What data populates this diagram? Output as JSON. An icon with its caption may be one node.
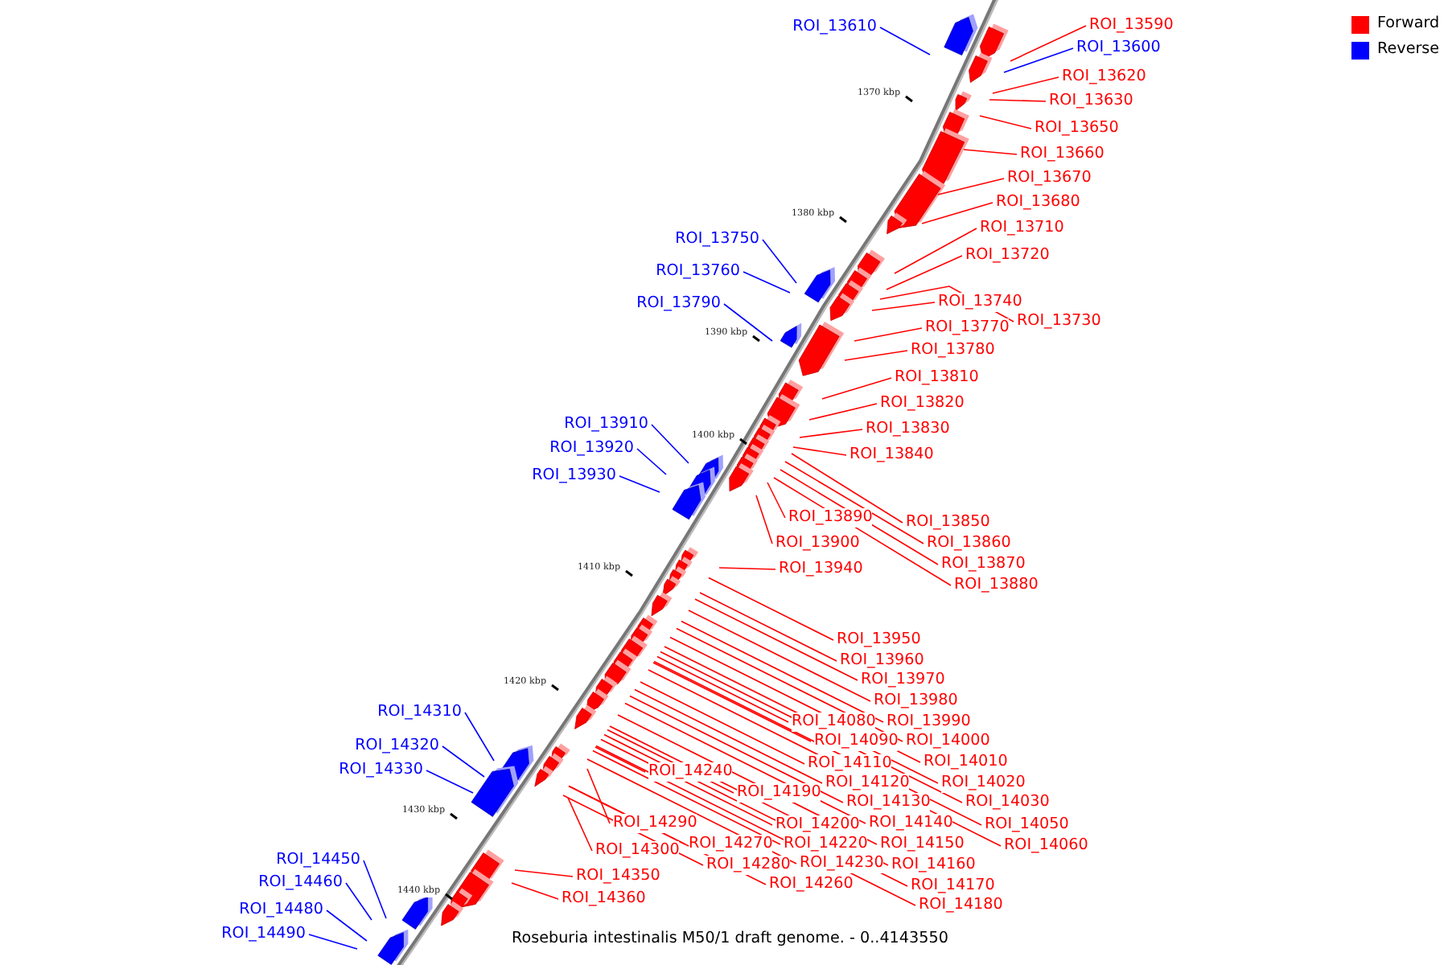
{
  "diagram": {
    "caption": "Roseburia intestinalis M50/1 draft genome. - 0..4143550",
    "nodes": [
      {
        "text": [
          "ROI_13610"
        ]
      },
      {
        "text": [
          "ROI_13590"
        ]
      },
      {
        "text": [
          "ROI_13600"
        ]
      },
      {
        "text": [
          "ROI_13620"
        ]
      },
      {
        "text": [
          "ROI_13630"
        ]
      },
      {
        "text": [
          "ROI_13650"
        ]
      },
      {
        "text": [
          "ROI_13660"
        ]
      },
      {
        "text": [
          "ROI_13670"
        ]
      },
      {
        "text": [
          "ROI_13680"
        ]
      },
      {
        "text": [
          "ROI_13710"
        ]
      },
      {
        "text": [
          "ROI_13750"
        ]
      },
      {
        "text": [
          "ROI_13720"
        ]
      },
      {
        "text": [
          "ROI_13760"
        ]
      },
      {
        "text": [
          "ROI_13740"
        ]
      },
      {
        "text": [
          "ROI_13790"
        ]
      },
      {
        "text": [
          "ROI_13730"
        ]
      },
      {
        "text": [
          "ROI_13770"
        ]
      },
      {
        "text": [
          "ROI_13780"
        ]
      },
      {
        "text": [
          "ROI_13810"
        ]
      },
      {
        "text": [
          "ROI_13820"
        ]
      },
      {
        "text": [
          "ROI_13830"
        ]
      },
      {
        "text": [
          "ROI_13910"
        ]
      },
      {
        "text": [
          "ROI_13920"
        ]
      },
      {
        "text": [
          "ROI_13840"
        ]
      },
      {
        "text": [
          "ROI_13930"
        ]
      },
      {
        "text": [
          "ROI_13890"
        ]
      },
      {
        "text": [
          "ROI_13850"
        ]
      },
      {
        "text": [
          "ROI_13900"
        ]
      },
      {
        "text": [
          "ROI_13860"
        ]
      },
      {
        "text": [
          "ROI_13870"
        ]
      },
      {
        "text": [
          "ROI_13940"
        ]
      },
      {
        "text": [
          "ROI_13880"
        ]
      },
      {
        "text": [
          "ROI_13950"
        ]
      },
      {
        "text": [
          "ROI_13960"
        ]
      },
      {
        "text": [
          "ROI_13970"
        ]
      },
      {
        "text": [
          "ROI_13980"
        ]
      },
      {
        "text": [
          "ROI_14310"
        ]
      },
      {
        "text": [
          "ROI_14080"
        ]
      },
      {
        "text": [
          "ROI_13990"
        ]
      },
      {
        "text": [
          "ROI_14090"
        ]
      },
      {
        "text": [
          "ROI_14000"
        ]
      },
      {
        "text": [
          "ROI_14320"
        ]
      },
      {
        "text": [
          "ROI_14010"
        ]
      },
      {
        "text": [
          "ROI_14110"
        ]
      },
      {
        "text": [
          "ROI_14330"
        ]
      },
      {
        "text": [
          "ROI_14240"
        ]
      },
      {
        "text": [
          "ROI_14120"
        ]
      },
      {
        "text": [
          "ROI_14020"
        ]
      },
      {
        "text": [
          "ROI_14190"
        ]
      },
      {
        "text": [
          "ROI_14130"
        ]
      },
      {
        "text": [
          "ROI_14030"
        ]
      },
      {
        "text": [
          "ROI_14290"
        ]
      },
      {
        "text": [
          "ROI_14200"
        ]
      },
      {
        "text": [
          "ROI_14140"
        ]
      },
      {
        "text": [
          "ROI_14050"
        ]
      },
      {
        "text": [
          "ROI_14300"
        ]
      },
      {
        "text": [
          "ROI_14270"
        ]
      },
      {
        "text": [
          "ROI_14220"
        ]
      },
      {
        "text": [
          "ROI_14150"
        ]
      },
      {
        "text": [
          "ROI_14060"
        ]
      },
      {
        "text": [
          "ROI_14450"
        ]
      },
      {
        "text": [
          "ROI_14280"
        ]
      },
      {
        "text": [
          "ROI_14230"
        ]
      },
      {
        "text": [
          "ROI_14160"
        ]
      },
      {
        "text": [
          "ROI_14350"
        ]
      },
      {
        "text": [
          "ROI_14460"
        ]
      },
      {
        "text": [
          "ROI_14170"
        ]
      },
      {
        "text": [
          "ROI_14260"
        ]
      },
      {
        "text": [
          "ROI_14360"
        ]
      },
      {
        "text": [
          "ROI_14480"
        ]
      },
      {
        "text": [
          "ROI_14180"
        ]
      },
      {
        "text": [
          "ROI_14490"
        ]
      }
    ],
    "edges": [
      {
        "from": 0,
        "to": null,
        "arrow": "none",
        "color": "#0000ff"
      },
      {
        "from": 1,
        "to": null,
        "arrow": "none"
      },
      {
        "from": 2,
        "to": null,
        "arrow": "none",
        "color": "#0000ff"
      },
      {
        "from": 3,
        "to": null,
        "arrow": "none"
      },
      {
        "from": 4,
        "to": null,
        "arrow": "none"
      },
      {
        "from": 5,
        "to": null,
        "arrow": "none"
      },
      {
        "from": 6,
        "to": null,
        "arrow": "none"
      },
      {
        "from": 7,
        "to": null,
        "arrow": "none"
      },
      {
        "from": 8,
        "to": null,
        "arrow": "none"
      },
      {
        "from": 9,
        "to": null,
        "arrow": "none"
      },
      {
        "from": 10,
        "to": null,
        "arrow": "none",
        "color": "#0000ff"
      },
      {
        "from": 11,
        "to": null,
        "arrow": "none"
      },
      {
        "from": 12,
        "to": null,
        "arrow": "none",
        "color": "#0000ff"
      },
      {
        "from": 13,
        "to": null,
        "arrow": "none"
      },
      {
        "from": 14,
        "to": null,
        "arrow": "none",
        "color": "#0000ff"
      },
      {
        "from": 15,
        "to": null,
        "arrow": "none"
      },
      {
        "from": 16,
        "to": null,
        "arrow": "none"
      },
      {
        "from": 17,
        "to": null,
        "arrow": "none"
      },
      {
        "from": 18,
        "to": null,
        "arrow": "none"
      },
      {
        "from": 19,
        "to": null,
        "arrow": "none"
      },
      {
        "from": 20,
        "to": null,
        "arrow": "none"
      },
      {
        "from": 21,
        "to": null,
        "arrow": "none",
        "color": "#0000ff"
      },
      {
        "from": 22,
        "to": null,
        "arrow": "none",
        "color": "#0000ff"
      },
      {
        "from": 23,
        "to": null,
        "arrow": "none"
      },
      {
        "from": 24,
        "to": null,
        "arrow": "none",
        "color": "#0000ff"
      },
      {
        "from": 25,
        "to": null,
        "arrow": "none"
      },
      {
        "from": 26,
        "to": null,
        "arrow": "none"
      },
      {
        "from": 27,
        "to": null,
        "arrow": "none"
      },
      {
        "from": 28,
        "to": null,
        "arrow": "none"
      },
      {
        "from": 29,
        "to": null,
        "arrow": "none"
      },
      {
        "from": 30,
        "to": null,
        "arrow": "none"
      },
      {
        "from": 31,
        "to": null,
        "arrow": "none"
      },
      {
        "from": 32,
        "to": null,
        "arrow": "none"
      },
      {
        "from": 33,
        "to": null,
        "arrow": "none"
      },
      {
        "from": 34,
        "to": null,
        "arrow": "none"
      },
      {
        "from": 35,
        "to": null,
        "arrow": "none"
      },
      {
        "from": 36,
        "to": null,
        "arrow": "none",
        "color": "#0000ff"
      },
      {
        "from": 37,
        "to": null,
        "arrow": "none"
      },
      {
        "from": 38,
        "to": null,
        "arrow": "none"
      },
      {
        "from": 39,
        "to": null,
        "arrow": "none"
      },
      {
        "from": 40,
        "to": null,
        "arrow": "none"
      },
      {
        "from": 41,
        "to": null,
        "arrow": "none",
        "color": "#0000ff"
      },
      {
        "from": 42,
        "to": null,
        "arrow": "none"
      },
      {
        "from": 43,
        "to": null,
        "arrow": "none"
      },
      {
        "from": 44,
        "to": null,
        "arrow": "none",
        "color": "#0000ff"
      },
      {
        "from": 45,
        "to": null,
        "arrow": "none"
      },
      {
        "from": 46,
        "to": null,
        "arrow": "none"
      },
      {
        "from": 47,
        "to": null,
        "arrow": "none"
      },
      {
        "from": 48,
        "to": null,
        "arrow": "none"
      },
      {
        "from": 49,
        "to": null,
        "arrow": "none"
      },
      {
        "from": 50,
        "to": null,
        "arrow": "none"
      },
      {
        "from": 51,
        "to": null,
        "arrow": "none"
      },
      {
        "from": 52,
        "to": null,
        "arrow": "none"
      },
      {
        "from": 53,
        "to": null,
        "arrow": "none"
      },
      {
        "from": 54,
        "to": null,
        "arrow": "none"
      },
      {
        "from": 55,
        "to": null,
        "arrow": "none"
      },
      {
        "from": 56,
        "to": null,
        "arrow": "none"
      },
      {
        "from": 57,
        "to": null,
        "arrow": "none"
      },
      {
        "from": 58,
        "to": null,
        "arrow": "none"
      },
      {
        "from": 59,
        "to": null,
        "arrow": "none"
      },
      {
        "from": 60,
        "to": null,
        "arrow": "none",
        "color": "#0000ff"
      },
      {
        "from": 61,
        "to": null,
        "arrow": "none"
      },
      {
        "from": 62,
        "to": null,
        "arrow": "none"
      },
      {
        "from": 63,
        "to": null,
        "arrow": "none"
      },
      {
        "from": 64,
        "to": null,
        "arrow": "none"
      },
      {
        "from": 65,
        "to": null,
        "arrow": "none",
        "color": "#0000ff"
      },
      {
        "from": 66,
        "to": null,
        "arrow": "none"
      },
      {
        "from": 67,
        "to": null,
        "arrow": "none"
      },
      {
        "from": 68,
        "to": null,
        "arrow": "none"
      },
      {
        "from": 69,
        "to": null,
        "arrow": "none",
        "color": "#0000ff"
      },
      {
        "from": 70,
        "to": null,
        "arrow": "none"
      },
      {
        "from": 71,
        "to": null,
        "arrow": "none",
        "color": "#0000ff"
      }
    ],
    "labels": [
      "1370 kbp",
      "1380 kbp",
      "1390 kbp",
      "1400 kbp",
      "1410 kbp",
      "1420 kbp",
      "1430 kbp",
      "1440 kbp"
    ],
    "legend": [
      {
        "text": "Forward",
        "color": "#ff0000"
      },
      {
        "text": "Reverse",
        "color": "#0000ff"
      }
    ]
  }
}
